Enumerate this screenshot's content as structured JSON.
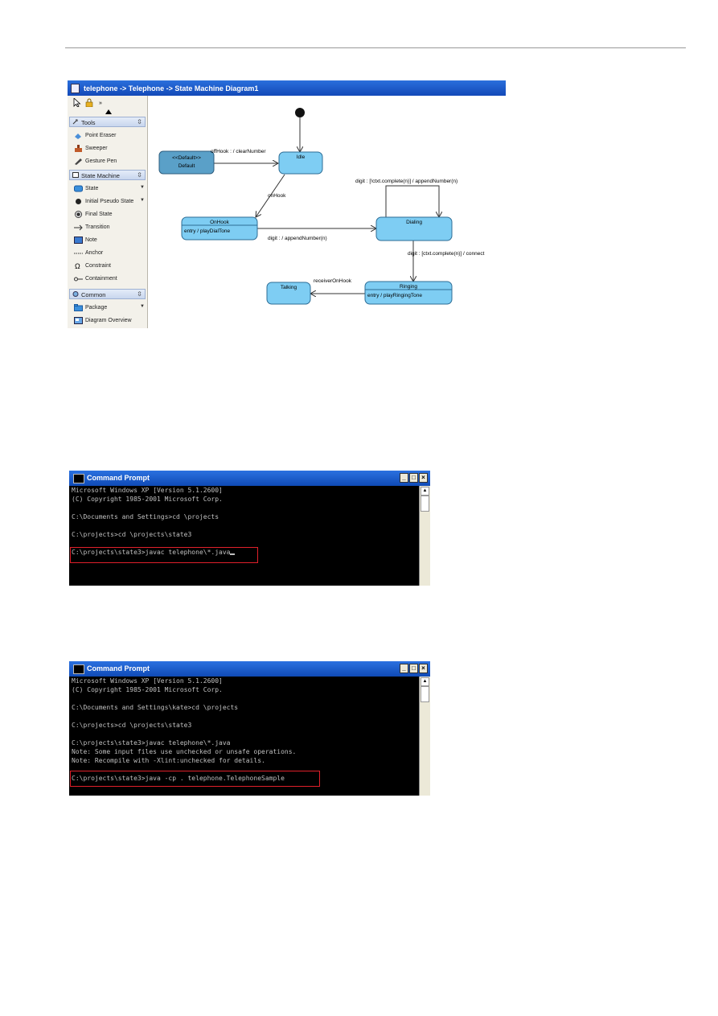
{
  "diagram_window": {
    "title": "telephone -> Telephone -> State Machine Diagram1",
    "palette": {
      "sections": [
        {
          "label": "Tools",
          "items": [
            "Point Eraser",
            "Sweeper",
            "Gesture Pen"
          ]
        },
        {
          "label": "State Machine",
          "items": [
            "State",
            "Initial Pseudo State",
            "Final State",
            "Transition",
            "Note",
            "Anchor",
            "Constraint",
            "Containment"
          ]
        },
        {
          "label": "Common",
          "items": [
            "Package",
            "Diagram Overview"
          ]
        }
      ]
    },
    "diagram": {
      "states": {
        "default": {
          "stereotype": "<<Default>>",
          "name": "Default"
        },
        "idle": {
          "name": "Idle"
        },
        "onhook": {
          "name": "OnHook",
          "action": "entry / playDialTone"
        },
        "dialing": {
          "name": "Dialing"
        },
        "ringing": {
          "name": "Ringing",
          "action": "entry / playRingingTone"
        },
        "talking": {
          "name": "Talking"
        }
      },
      "transitions": {
        "default_to_idle": "offHook : / clearNumber",
        "idle_to_onhook": "onHook",
        "onhook_to_dialing": "digit : / appendNumber(n)",
        "dialing_self": "digit : [!ctxt.complete(n)] / appendNumber(n)",
        "dialing_to_ringing": "digit : [ctxt.complete(n)] / connect",
        "ringing_to_talking": "receiverOnHook"
      },
      "colors": {
        "state_fill": "#7ecdf3",
        "default_fill": "#5aa0c8",
        "state_border": "#2d6d96"
      }
    }
  },
  "cmd1": {
    "title": "Command Prompt",
    "lines": [
      "Microsoft Windows XP [Version 5.1.2600]",
      "(C) Copyright 1985-2001 Microsoft Corp.",
      "",
      "C:\\Documents and Settings>cd \\projects",
      "",
      "C:\\projects>cd \\projects\\state3",
      "",
      "C:\\projects\\state3>javac telephone\\*.java"
    ]
  },
  "cmd2": {
    "title": "Command Prompt",
    "lines": [
      "Microsoft Windows XP [Version 5.1.2600]",
      "(C) Copyright 1985-2001 Microsoft Corp.",
      "",
      "C:\\Documents and Settings\\kate>cd \\projects",
      "",
      "C:\\projects>cd \\projects\\state3",
      "",
      "C:\\projects\\state3>javac telephone\\*.java",
      "Note: Some input files use unchecked or unsafe operations.",
      "Note: Recompile with -Xlint:unchecked for details.",
      "",
      "C:\\projects\\state3>java -cp . telephone.TelephoneSample"
    ]
  },
  "window_buttons": {
    "minimize": "_",
    "maximize": "□",
    "close": "×"
  }
}
